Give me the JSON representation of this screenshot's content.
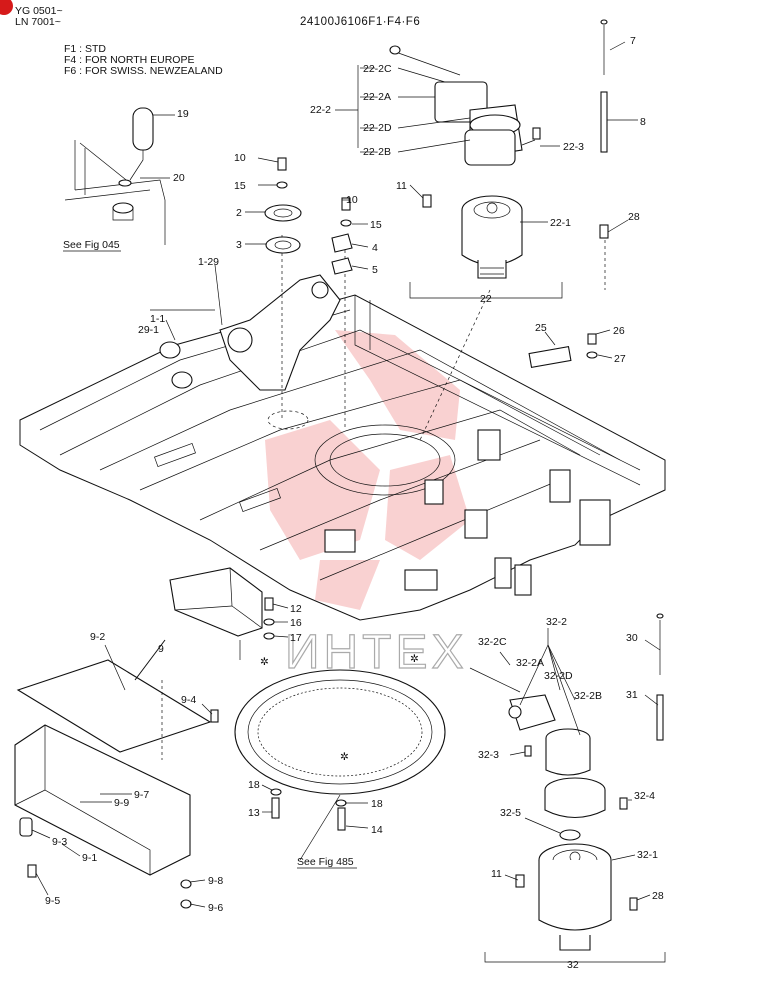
{
  "header": {
    "serial_1": "YG 0501~",
    "serial_2": "LN 7001~",
    "part_code": "24100J6106F1·F4·F6",
    "legend": [
      "F1 : STD",
      "F4 : FOR  NORTH  EUROPE",
      "F6 : FOR SWISS. NEWZEALAND"
    ]
  },
  "references": {
    "fig_045": "See Fig 045",
    "fig_485": "See Fig 485"
  },
  "watermark": {
    "text": "ИНТЕХ",
    "color": "#e85a5a"
  },
  "callouts": {
    "c_7": "7",
    "c_8": "8",
    "c_19": "19",
    "c_20": "20",
    "c_22": "22",
    "c_22_1": "22-1",
    "c_22_2": "22-2",
    "c_22_2a": "22-2A",
    "c_22_2b": "22-2B",
    "c_22_2c": "22-2C",
    "c_22_2d": "22-2D",
    "c_22_3": "22-3",
    "c_10a": "10",
    "c_15a": "15",
    "c_2": "2",
    "c_3": "3",
    "c_10b": "10",
    "c_15b": "15",
    "c_4": "4",
    "c_5": "5",
    "c_11a": "11",
    "c_28a": "28",
    "c_1_29": "1-29",
    "c_1_1": "1-1",
    "c_29_1": "29-1",
    "c_25": "25",
    "c_26": "26",
    "c_27": "27",
    "c_12": "12",
    "c_16": "16",
    "c_17": "17",
    "c_9": "9",
    "c_9_2": "9-2",
    "c_9_4": "9-4",
    "c_9_7": "9-7",
    "c_9_9": "9-9",
    "c_9_3": "9-3",
    "c_9_1": "9-1",
    "c_9_5": "9-5",
    "c_9_8": "9-8",
    "c_9_6": "9-6",
    "c_18a": "18",
    "c_13": "13",
    "c_18b": "18",
    "c_14": "14",
    "c_30": "30",
    "c_31": "31",
    "c_32": "32",
    "c_32_1": "32-1",
    "c_32_2": "32-2",
    "c_32_2a": "32-2A",
    "c_32_2b": "32-2B",
    "c_32_2c": "32-2C",
    "c_32_2d": "32-2D",
    "c_32_3": "32-3",
    "c_32_4": "32-4",
    "c_32_5": "32-5",
    "c_11b": "11",
    "c_28b": "28"
  }
}
